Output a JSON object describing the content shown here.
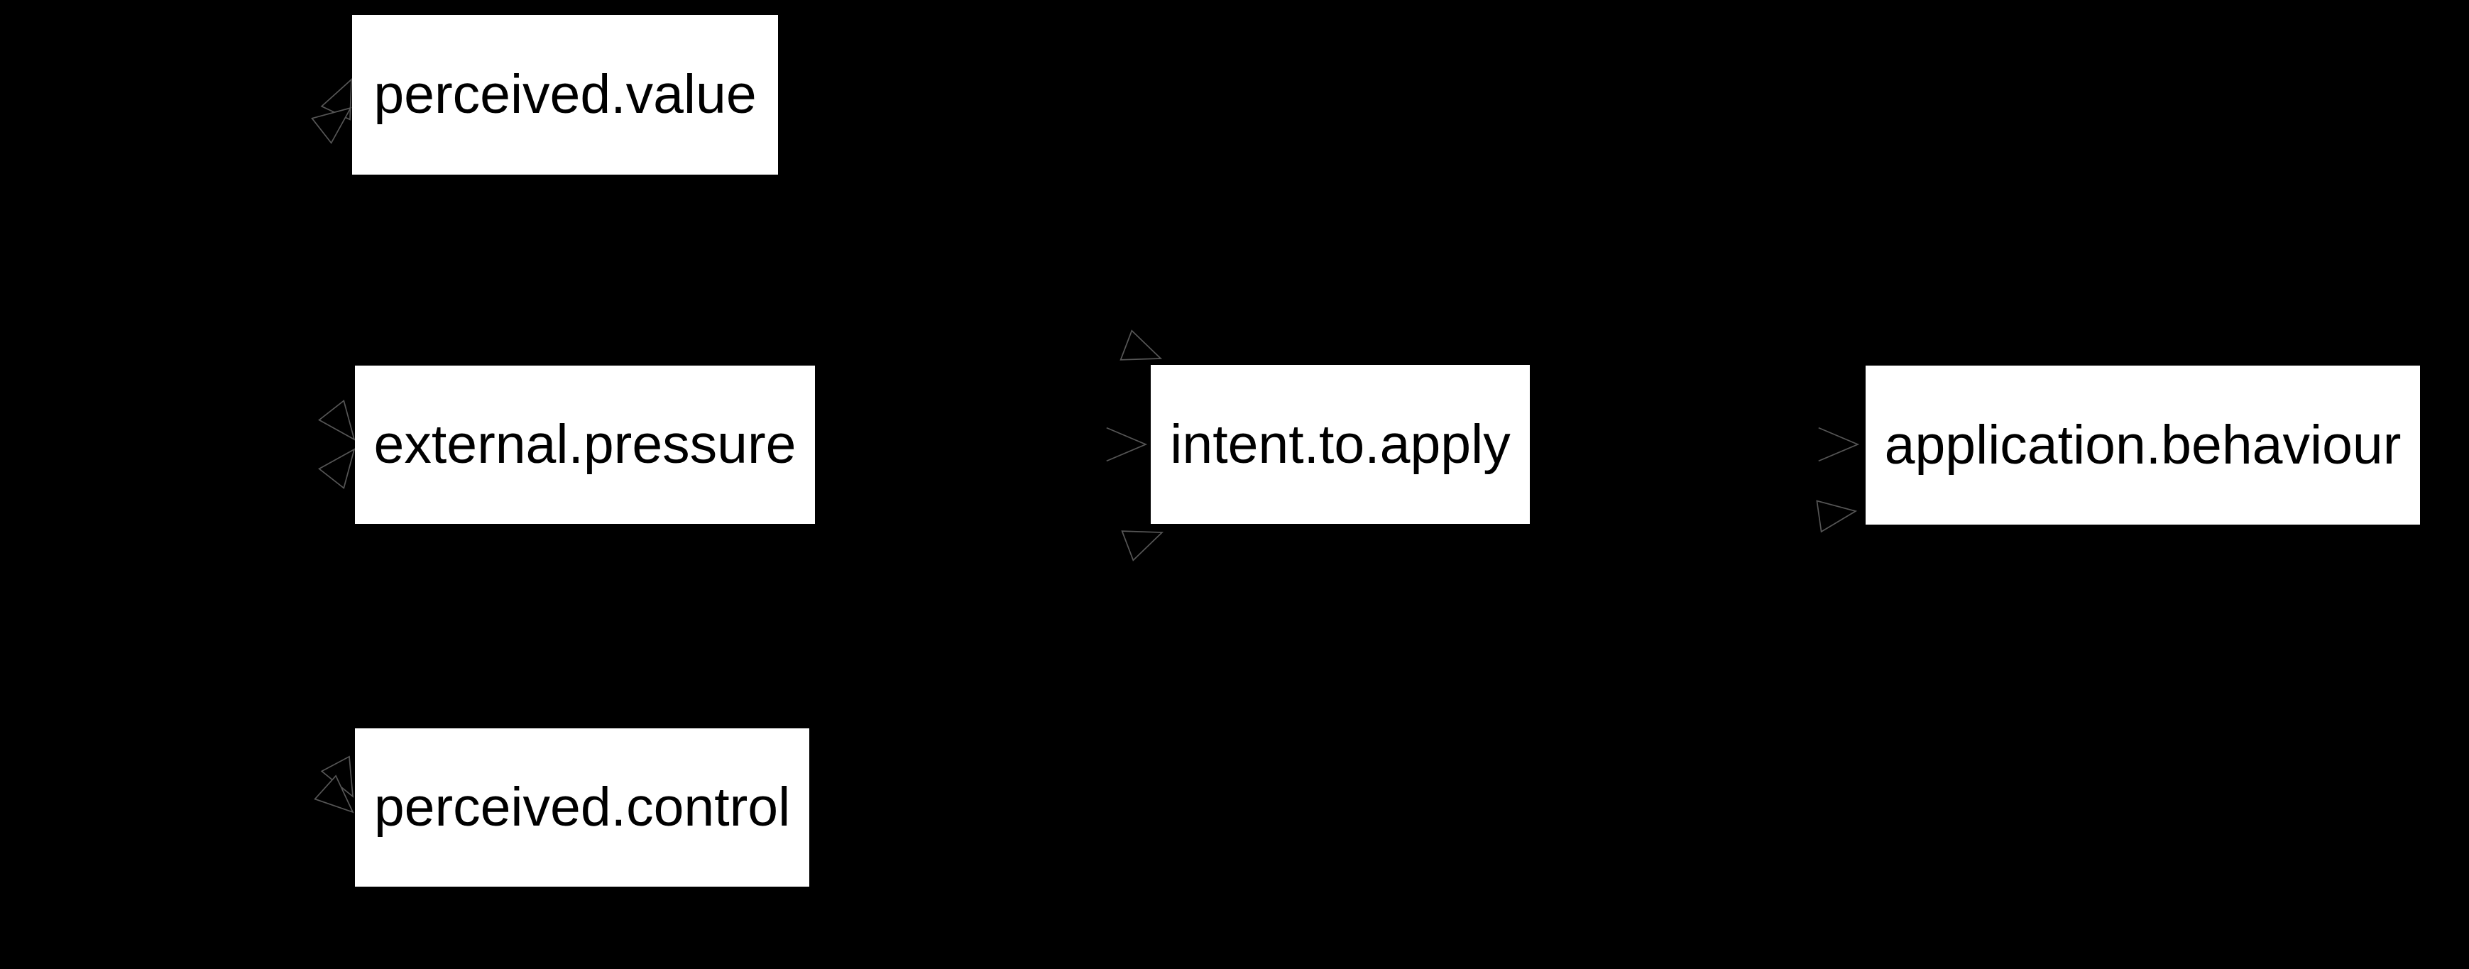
{
  "diagram": {
    "kind": "structural-path-diagram",
    "background_color": "#000000",
    "node_fill_color": "#ffffff",
    "node_text_color": "#000000",
    "edge_line_color": "#000000",
    "arrowhead_outline_color": "#565656",
    "nodes": [
      {
        "id": "perceived.value",
        "label": "perceived.value"
      },
      {
        "id": "external.pressure",
        "label": "external.pressure"
      },
      {
        "id": "perceived.control",
        "label": "perceived.control"
      },
      {
        "id": "intent.to.apply",
        "label": "intent.to.apply"
      },
      {
        "id": "application.behaviour",
        "label": "application.behaviour"
      }
    ],
    "edges": [
      {
        "from": "perceived.value",
        "to": "intent.to.apply",
        "type": "directed"
      },
      {
        "from": "external.pressure",
        "to": "intent.to.apply",
        "type": "directed"
      },
      {
        "from": "perceived.control",
        "to": "intent.to.apply",
        "type": "directed"
      },
      {
        "from": "perceived.control",
        "to": "application.behaviour",
        "type": "directed"
      },
      {
        "from": "intent.to.apply",
        "to": "application.behaviour",
        "type": "directed"
      },
      {
        "from": "perceived.value",
        "to": "external.pressure",
        "type": "covariance"
      },
      {
        "from": "perceived.value",
        "to": "perceived.control",
        "type": "covariance"
      },
      {
        "from": "external.pressure",
        "to": "perceived.control",
        "type": "covariance"
      }
    ]
  }
}
